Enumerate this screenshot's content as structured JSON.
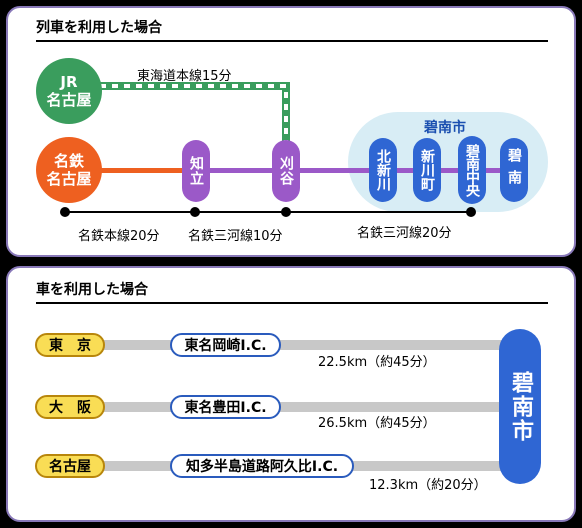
{
  "train": {
    "title": "列車を利用した場合",
    "stations": {
      "jr_nagoya": "JR\n名古屋",
      "meitetsu_nagoya": "名鉄\n名古屋",
      "chiryu": "知立",
      "kariya": "刈谷",
      "kita_shinkawa": "北新川",
      "shinkawa_machi": "新川町",
      "hekinan_chuo": "碧南中央",
      "hekinan": "碧南"
    },
    "area_label": "碧南市",
    "lines": {
      "tokaido": "東海道本線15分",
      "meitetsu_honsen": "名鉄本線20分",
      "mikawa_10": "名鉄三河線10分",
      "mikawa_20": "名鉄三河線20分"
    },
    "colors": {
      "jr_green": "#3a9d5d",
      "meitetsu_orange": "#ee6020",
      "mikawa_purple": "#9b59c8",
      "hekinan_blue": "#2f66d3",
      "area_bg": "#d8edf5"
    }
  },
  "car": {
    "title": "車を利用した場合",
    "destination": "碧南市",
    "routes": [
      {
        "origin": "東　京",
        "ic": "東名岡崎I.C.",
        "distance": "22.5km（約45分）"
      },
      {
        "origin": "大　阪",
        "ic": "東名豊田I.C.",
        "distance": "26.5km（約45分）"
      },
      {
        "origin": "名古屋",
        "ic": "知多半島道路阿久比I.C.",
        "distance": "12.3km（約20分）"
      }
    ]
  }
}
